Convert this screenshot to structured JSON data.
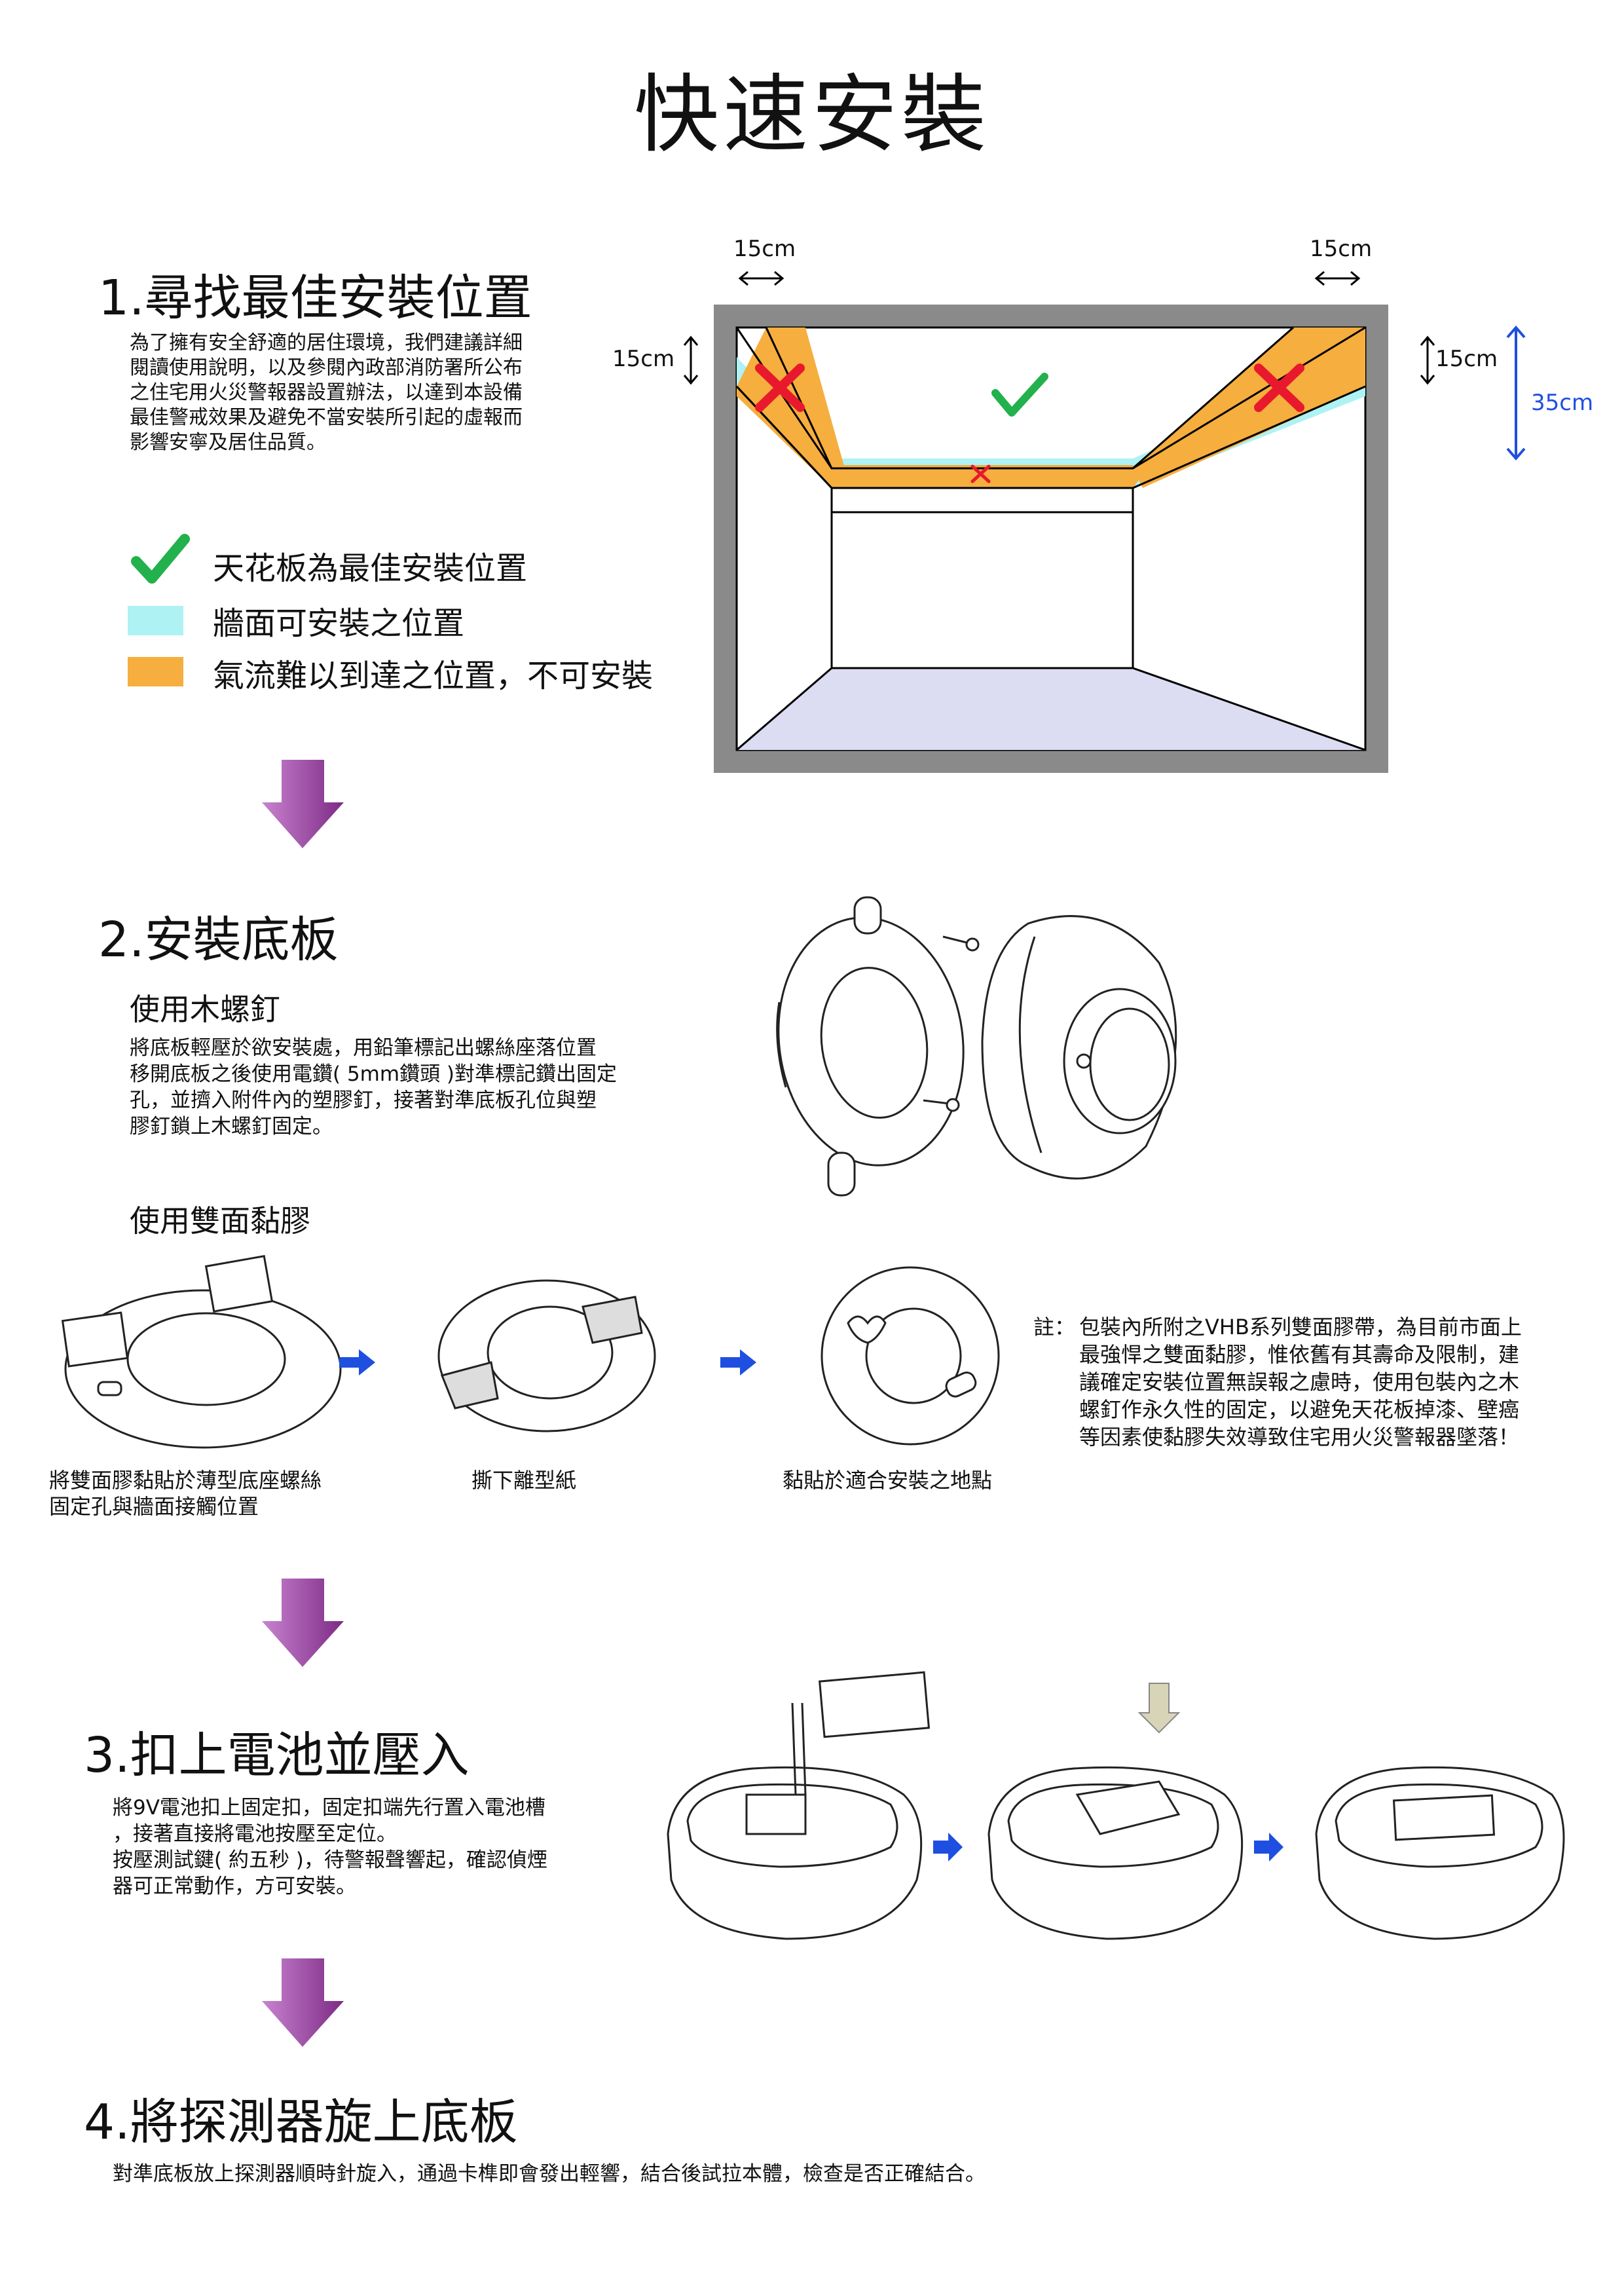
{
  "page_title": "快速安裝",
  "step1": {
    "heading": "1.尋找最佳安裝位置",
    "body": "為了擁有安全舒適的居住環境，我們建議詳細\n閱讀使用說明，以及參閱內政部消防署所公布\n之住宅用火災警報器設置辦法，以達到本設備\n最佳警戒效果及避免不當安裝所引起的虛報而\n影響安寧及居住品質。",
    "legend": [
      {
        "label": "天花板為最佳安裝位置",
        "icon": "check-icon",
        "color": "#22b14c"
      },
      {
        "label": "牆面可安裝之位置",
        "icon": "cyan-swatch",
        "color": "#aef2f4"
      },
      {
        "label": "氣流難以到達之位置，不可安裝",
        "icon": "orange-swatch",
        "color": "#f6ae3e"
      }
    ],
    "diagram": {
      "dim_top_left": "15cm",
      "dim_top_right": "15cm",
      "dim_side_left": "15cm",
      "dim_side_right": "15cm",
      "dim_wall": "35cm"
    }
  },
  "step2": {
    "heading": "2.安裝底板",
    "sub1": "使用木螺釘",
    "body1": "將底板輕壓於欲安裝處，用鉛筆標記出螺絲座落位置\n移開底板之後使用電鑽( 5mm鑽頭 )對準標記鑽出固定\n孔，並擠入附件內的塑膠釘，接著對準底板孔位與塑\n膠釘鎖上木螺釘固定。",
    "sub2": "使用雙面黏膠",
    "captions": [
      "將雙面膠黏貼於薄型底座螺絲\n固定孔與牆面接觸位置",
      "撕下離型紙",
      "黏貼於適合安裝之地點"
    ],
    "note_label": "註：",
    "note": "包裝內所附之VHB系列雙面膠帶，為目前市面上最強悍之雙面黏膠，惟依舊有其壽命及限制，建議確定安裝位置無誤報之慮時，使用包裝內之木螺釘作永久性的固定，以避免天花板掉漆、壁癌等因素使黏膠失效導致住宅用火災警報器墜落！"
  },
  "step3": {
    "heading": "3.扣上電池並壓入",
    "body": "將9V電池扣上固定扣，固定扣端先行置入電池槽\n，接著直接將電池按壓至定位。\n按壓測試鍵( 約五秒 )，待警報聲響起，確認偵煙\n器可正常動作，方可安裝。"
  },
  "step4": {
    "heading": "4.將探測器旋上底板",
    "body": "對準底板放上探測器順時針旋入，通過卡榫即會發出輕響，結合後試拉本體，檢查是否正確結合。"
  },
  "colors": {
    "arrow_purple": "#9b3d9e",
    "arrow_blue": "#1f4fe0",
    "ceiling_orange": "#f6ae3e",
    "wall_cyan": "#aef2f4",
    "frame_gray": "#8a8a8a",
    "check_green": "#22b14c",
    "cross_red": "#e8192c"
  }
}
